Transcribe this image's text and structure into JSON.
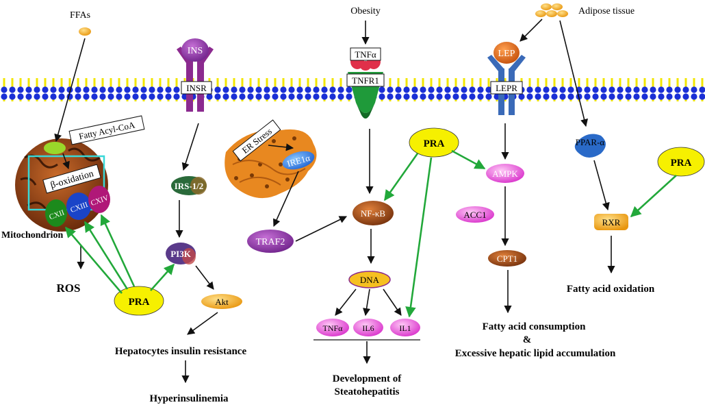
{
  "labels": {
    "ffas": "FFAs",
    "obesity": "Obesity",
    "adipose_tissue": "Adipose tissue",
    "ins": "INS",
    "insr": "INSR",
    "tnfa_top": "TNFα",
    "tnfr1": "TNFR1",
    "lep": "LEP",
    "lepr": "LEPR",
    "fatty_acyl_coa": "Fatty Acyl-CoA",
    "beta_oxidation": "β-oxidation",
    "cxii": "CXII",
    "cxiii": "CXIII",
    "cxiv": "CXIV",
    "mitochondrion": "Mitochondrion",
    "ros": "ROS",
    "er_stress": "ER Stress",
    "ire1a": "IRE1α",
    "traf2": "TRAF2",
    "irs": "IRS-1/2",
    "pi3k": "PI3K",
    "akt": "Akt",
    "pra_left": "PRA",
    "pra_center": "PRA",
    "pra_right": "PRA",
    "nfkb": "NF-κB",
    "dna": "DNA",
    "tnfa_out": "TNFα",
    "il6": "IL6",
    "il1": "IL1",
    "ampk": "AMPK",
    "acc1": "ACC1",
    "cpt1": "CPT1",
    "ppar": "PPAR-α",
    "rxr": "RXR",
    "hep_ir": "Hepatocytes insulin resistance",
    "hyperins": "Hyperinsulinemia",
    "dev_line1": "Development of",
    "dev_line2": "Steatohepatitis",
    "fa_consumption": "Fatty acid consumption",
    "ampersand": "&",
    "excessive": "Excessive hepatic lipid accumulation",
    "fa_oxidation": "Fatty acid oxidation"
  },
  "colors": {
    "membrane_blue": "#1a2fd6",
    "membrane_yellow": "#f2e600",
    "arrow_black": "#111111",
    "arrow_green": "#22a83a",
    "pra_yellow": "#f6f000",
    "ins_purple": "#8b2a8f",
    "lep_orange": "#e06b10",
    "lepr_blue": "#3a6ab8",
    "tnfr1_green": "#1f9a3a",
    "tnfa_red": "#e0304a",
    "magenta": "#e040d8",
    "orange_blob": "#f5b020",
    "mito_brown": "#a4531c",
    "er_orange": "#e88820"
  }
}
